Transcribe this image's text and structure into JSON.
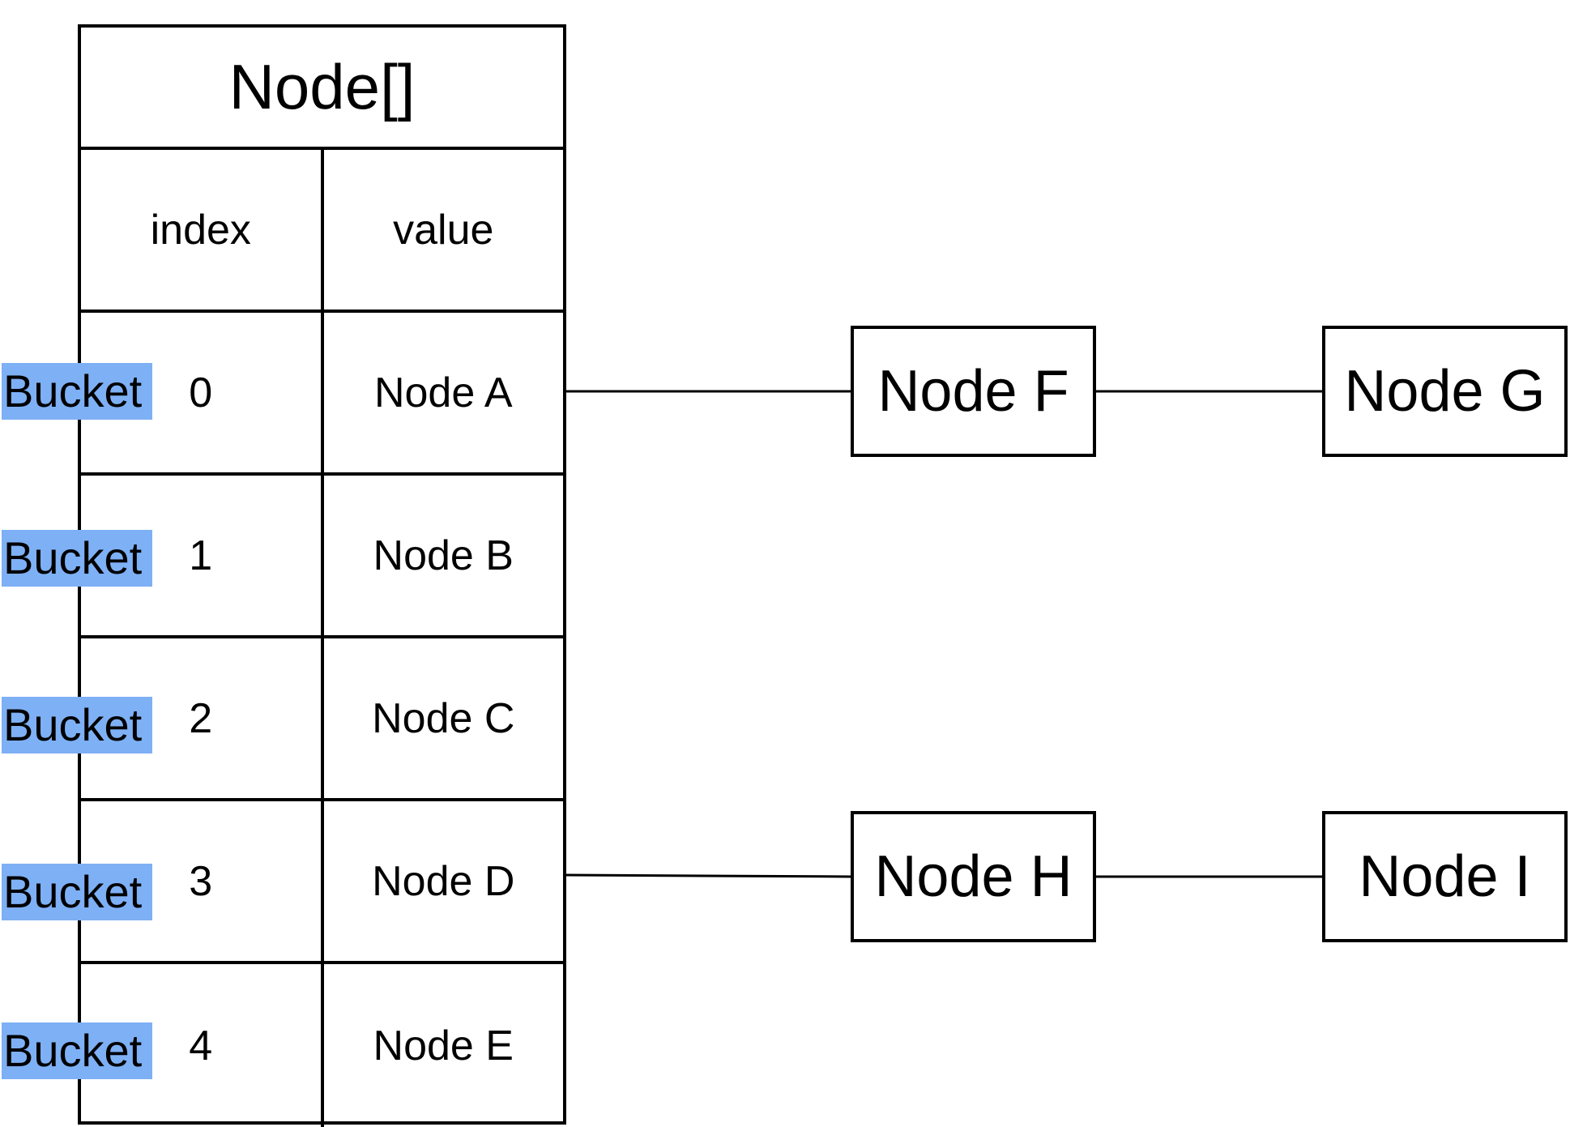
{
  "table": {
    "title": "Node[]",
    "headers": {
      "index": "index",
      "value": "value"
    },
    "rows": [
      {
        "bucket": "Bucket",
        "index": "0",
        "value": "Node A"
      },
      {
        "bucket": "Bucket",
        "index": "1",
        "value": "Node B"
      },
      {
        "bucket": "Bucket",
        "index": "2",
        "value": "Node C"
      },
      {
        "bucket": "Bucket",
        "index": "3",
        "value": "Node D"
      },
      {
        "bucket": "Bucket",
        "index": "4",
        "value": "Node E"
      }
    ]
  },
  "chains": {
    "row0": [
      "Node F",
      "Node G"
    ],
    "row3": [
      "Node H",
      "Node I"
    ]
  },
  "colors": {
    "bucket_highlight": "#7eb0f5",
    "line": "#000000"
  }
}
